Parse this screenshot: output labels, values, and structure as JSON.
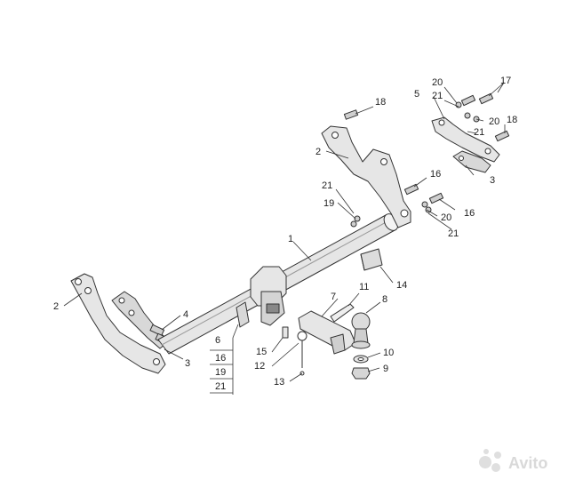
{
  "callouts": [
    "1",
    "2",
    "2",
    "3",
    "3",
    "4",
    "5",
    "6",
    "7",
    "8",
    "9",
    "10",
    "11",
    "12",
    "13",
    "14",
    "15",
    "16",
    "16",
    "16",
    "17",
    "18",
    "18",
    "19",
    "19",
    "20",
    "20",
    "20",
    "21",
    "21",
    "21",
    "21",
    "21"
  ],
  "watermark": "Avito",
  "colors": {
    "line": "#333333",
    "part": "#e6e6e6",
    "part_dark": "#bdbdbd",
    "metal": "#d0d0d0"
  },
  "icons": {
    "watermark_logo": "avito-logo-icon"
  }
}
